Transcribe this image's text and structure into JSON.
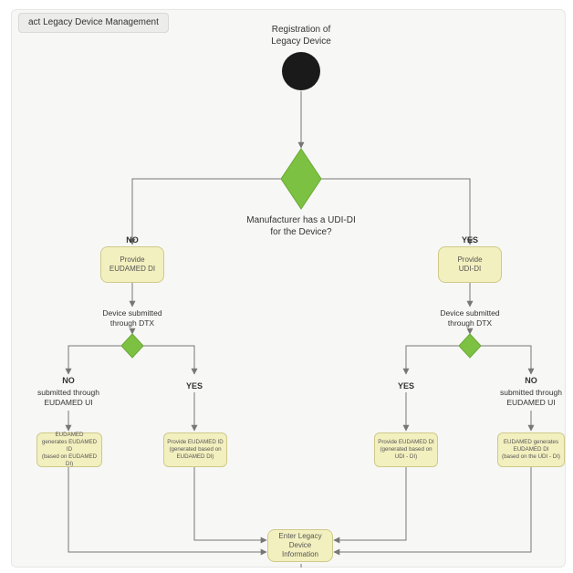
{
  "diagram": {
    "tab_title": "act Legacy Device Management",
    "start_label": "Registration of\nLegacy Device",
    "decision_main": "Manufacturer has a UDI-DI\nfor the Device?",
    "left": {
      "branch_label": "NO",
      "action": "Provide\nEUDAMED DI",
      "decision_label": "Device submitted\nthrough DTX",
      "no_label": "NO",
      "no_sub": "submitted through\nEUDAMED UI",
      "yes_label": "YES",
      "action_no": "EUDAMED\ngenerates EUDAMED ID\n(based on EUDAMED DI)",
      "action_yes": "Provide EUDAMED ID\n(generated based on\nEUDAMED DI)"
    },
    "right": {
      "branch_label": "YES",
      "action": "Provide\nUDI-DI",
      "decision_label": "Device submitted\nthrough DTX",
      "yes_label": "YES",
      "no_label": "NO",
      "no_sub": "submitted through\nEUDAMED UI",
      "action_yes": "Provide EUDAMED DI\n(generated based on\nUDI - DI)",
      "action_no": "EUDAMED generates\nEUDAMED DI\n(based on the UDI - DI)"
    },
    "end_action": "Enter Legacy\nDevice Information"
  },
  "colors": {
    "decision": "#7dc142",
    "action_fill": "#f3f0bf",
    "start": "#1a1a1a",
    "line": "#777777"
  }
}
